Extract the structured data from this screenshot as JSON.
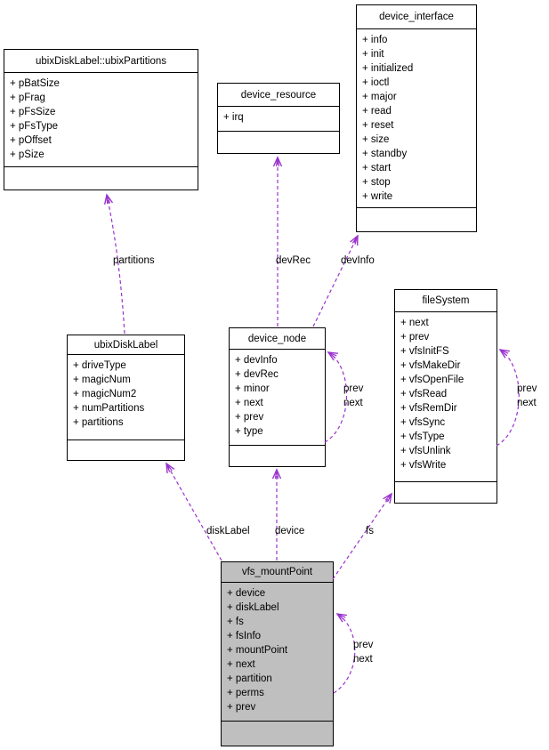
{
  "diagram": {
    "type": "uml-collaboration-diagram",
    "colors": {
      "edge_color": "#9a32cd",
      "node_fill": "#ffffff",
      "highlight_fill": "#bfbfbf",
      "border_color": "#000000",
      "text_color": "#000000"
    },
    "classes": {
      "ubixPartitions": {
        "title": "ubixDiskLabel::ubixPartitions",
        "attributes": [
          "+ pBatSize",
          "+ pFrag",
          "+ pFsSize",
          "+ pFsType",
          "+ pOffset",
          "+ pSize"
        ]
      },
      "device_resource": {
        "title": "device_resource",
        "attributes": [
          "+ irq"
        ]
      },
      "device_interface": {
        "title": "device_interface",
        "attributes": [
          "+ info",
          "+ init",
          "+ initialized",
          "+ ioctl",
          "+ major",
          "+ read",
          "+ reset",
          "+ size",
          "+ standby",
          "+ start",
          "+ stop",
          "+ write"
        ]
      },
      "ubixDiskLabel": {
        "title": "ubixDiskLabel",
        "attributes": [
          "+ driveType",
          "+ magicNum",
          "+ magicNum2",
          "+ numPartitions",
          "+ partitions"
        ]
      },
      "device_node": {
        "title": "device_node",
        "attributes": [
          "+ devInfo",
          "+ devRec",
          "+ minor",
          "+ next",
          "+ prev",
          "+ type"
        ]
      },
      "fileSystem": {
        "title": "fileSystem",
        "attributes": [
          "+ next",
          "+ prev",
          "+ vfsInitFS",
          "+ vfsMakeDir",
          "+ vfsOpenFile",
          "+ vfsRead",
          "+ vfsRemDir",
          "+ vfsSync",
          "+ vfsType",
          "+ vfsUnlink",
          "+ vfsWrite"
        ]
      },
      "vfs_mountPoint": {
        "title": "vfs_mountPoint",
        "attributes": [
          "+ device",
          "+ diskLabel",
          "+ fs",
          "+ fsInfo",
          "+ mountPoint",
          "+ next",
          "+ partition",
          "+ perms",
          "+ prev"
        ]
      }
    },
    "edges": [
      {
        "from": "ubixDiskLabel",
        "to": "ubixPartitions",
        "label": "partitions",
        "style": "dashed-arrow"
      },
      {
        "from": "device_node",
        "to": "device_resource",
        "label": "devRec",
        "style": "dashed-arrow"
      },
      {
        "from": "device_node",
        "to": "device_interface",
        "label": "devInfo",
        "style": "dashed-arrow"
      },
      {
        "from": "device_node",
        "to": "device_node",
        "label": "prev next",
        "style": "dashed-arrow-selfloop"
      },
      {
        "from": "fileSystem",
        "to": "fileSystem",
        "label": "prev next",
        "style": "dashed-arrow-selfloop"
      },
      {
        "from": "vfs_mountPoint",
        "to": "ubixDiskLabel",
        "label": "diskLabel",
        "style": "dashed-arrow"
      },
      {
        "from": "vfs_mountPoint",
        "to": "device_node",
        "label": "device",
        "style": "dashed-arrow"
      },
      {
        "from": "vfs_mountPoint",
        "to": "fileSystem",
        "label": "fs",
        "style": "dashed-arrow"
      },
      {
        "from": "vfs_mountPoint",
        "to": "vfs_mountPoint",
        "label": "prev next",
        "style": "dashed-arrow-selfloop"
      }
    ],
    "edge_labels": {
      "partitions": "partitions",
      "devRec": "devRec",
      "devInfo": "devInfo",
      "diskLabel": "diskLabel",
      "device": "device",
      "fs": "fs",
      "node_loop_prev": "prev",
      "node_loop_next": "next",
      "fs_loop_prev": "prev",
      "fs_loop_next": "next",
      "vfs_loop_prev": "prev",
      "vfs_loop_next": "next"
    }
  }
}
